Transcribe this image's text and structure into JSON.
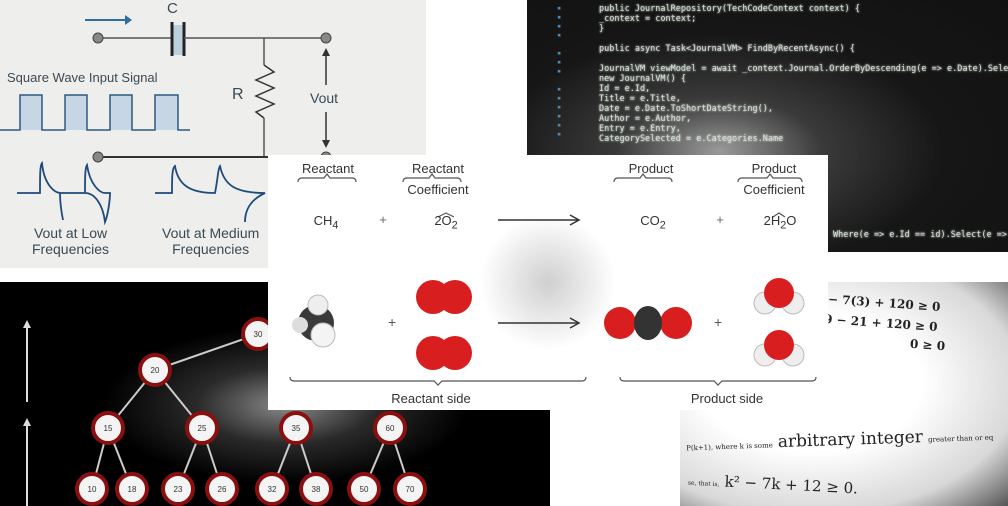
{
  "circuit": {
    "capacitor_label": "C",
    "resistor_label": "R",
    "output_label": "Vout",
    "input_signal_label": "Square Wave Input Signal",
    "low_freq_label": [
      "Vout at Low",
      "Frequencies"
    ],
    "medium_freq_label": [
      "Vout at Medium",
      "Frequencies"
    ]
  },
  "code": {
    "lines": [
      "public JournalRepository(TechCodeContext context) {",
      "    _context = context;",
      "}",
      "",
      "public async Task<JournalVM> FindByRecentAsync() {",
      "",
      "    JournalVM viewModel = await _context.Journal.OrderByDescending(e => e.Date).Select(e =>",
      "        new JournalVM() {",
      "            Id = e.Id,",
      "            Title = e.Title,",
      "            Date = e.Date.ToShortDateString(),",
      "            Author = e.Author,",
      "            Entry = e.Entry,",
      "            CategorySelected = e.Categories.Name"
    ],
    "tail_line": "Where(e => e.Id == id).Select(e => new"
  },
  "chemistry": {
    "headers": {
      "reactant": "Reactant",
      "reactant_coefficient": [
        "Reactant",
        "Coefficient"
      ],
      "product": "Product",
      "product_coefficient": [
        "Product",
        "Coefficient"
      ]
    },
    "formulas": {
      "ch4": {
        "base": "CH",
        "sub": "4"
      },
      "plus": "+",
      "o2": {
        "base": "2O",
        "sub": "2"
      },
      "co2": {
        "base": "CO",
        "sub": "2"
      },
      "h2o": {
        "pre": "2H",
        "sub": "2",
        "post": "O"
      }
    },
    "reactant_side": "Reactant side",
    "product_side": "Product side",
    "colors": {
      "oxygen": "#d81e1e",
      "carbon": "#333333",
      "hydrogen": "#f2f2f2"
    }
  },
  "tree": {
    "nodes": [
      "30",
      "20",
      "15",
      "25",
      "35",
      "60",
      "10",
      "18",
      "23",
      "26",
      "32",
      "38",
      "50",
      "70"
    ]
  },
  "math": {
    "eq1": "− 7(3) + 120 ≥ 0",
    "eq2": "9 − 21 + 120 ≥ 0",
    "eq3": "0 ≥ 0",
    "sentence_prefix": "P(k+1), where k is some",
    "sentence_big": "arbitrary integer",
    "sentence_suffix": "greater than or eq",
    "ineq_prefix": "se, that is,",
    "ineq": "k² − 7k + 12 ≥ 0."
  }
}
